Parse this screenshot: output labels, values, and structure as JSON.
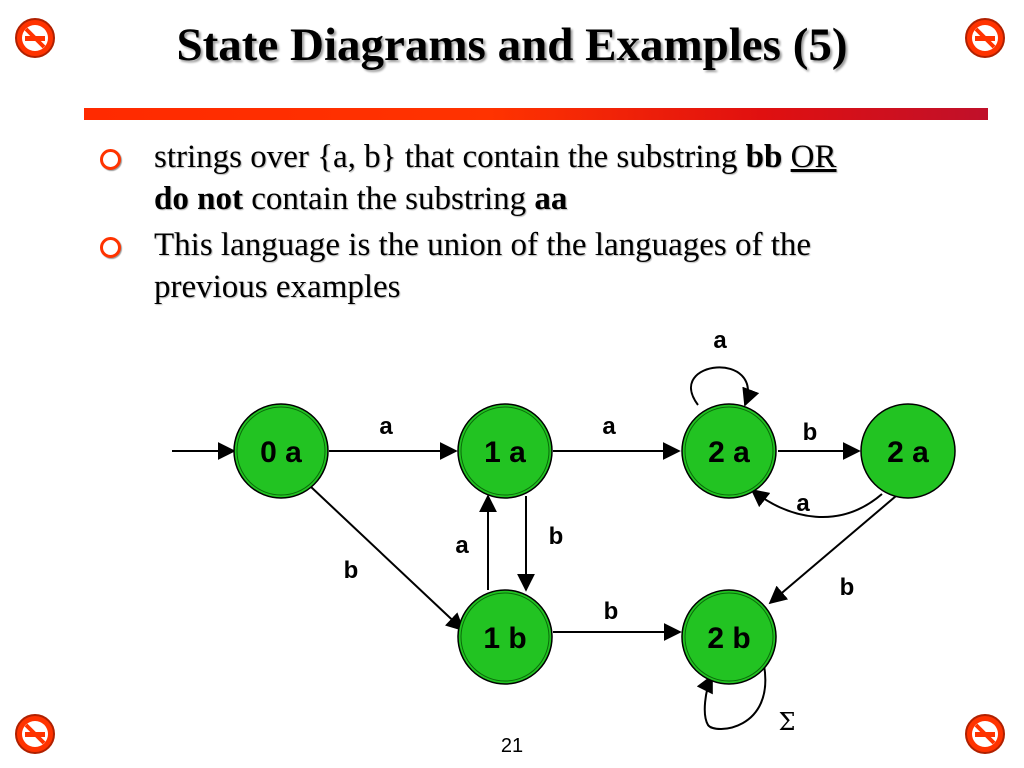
{
  "slide": {
    "title": "State Diagrams and Examples (5)",
    "page_number": "21"
  },
  "bullets": [
    {
      "line1_a": "strings over {a, b} that contain the substring ",
      "line1_b": "bb",
      "line1_c": " ",
      "line1_d": "OR",
      "line2_a": "do not",
      "line2_b": " contain the substring ",
      "line2_c": "aa"
    },
    {
      "line1": "This language is the union of the languages of the",
      "line2": "previous examples"
    }
  ],
  "diagram": {
    "states": {
      "s0a": "0 a",
      "s1a": "1 a",
      "s2a_left": "2 a",
      "s2a_right": "2 a",
      "s1b": "1 b",
      "s2b": "2 b"
    },
    "edge_labels": {
      "e_0a_1a": "a",
      "e_1a_2a": "a",
      "loop_2a": "a",
      "e_2a_2aR": "b",
      "e_2aR_2a": "a",
      "e_0a_1b": "b",
      "e_1b_1a": "a",
      "e_1a_1b": "b",
      "e_1b_2b": "b",
      "e_2aR_2b": "b",
      "loop_2b": "Σ"
    },
    "colors": {
      "state_fill": "#22c322",
      "accent": "#ff3300"
    }
  },
  "icons": {
    "corner": "no-smoking-icon"
  }
}
